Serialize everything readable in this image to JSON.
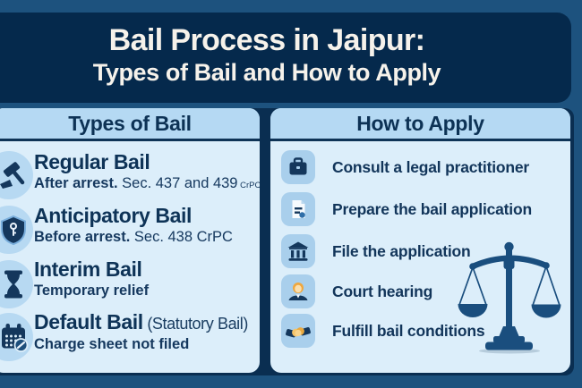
{
  "header": {
    "title": "Bail Process in Jaipur:",
    "subtitle": "Types of Bail and How to Apply"
  },
  "left_panel": {
    "title": "Types of Bail",
    "items": [
      {
        "icon": "gavel-icon",
        "title": "Regular Bail",
        "sub_bold": "After arrest.",
        "sub_regular": " Sec. 437 and 439",
        "sub_small": " CrPC"
      },
      {
        "icon": "shield-icon",
        "title": "Anticipatory Bail",
        "sub_bold": "Before arrest.",
        "sub_regular": " Sec. 438 CrPC"
      },
      {
        "icon": "hourglass-icon",
        "title": "Interim Bail",
        "sub_bold": "Temporary relief"
      },
      {
        "icon": "calendar-icon",
        "title": "Default Bail",
        "title_suffix": " (Statutory Bail)",
        "sub_bold": "Charge sheet not filed"
      }
    ]
  },
  "right_panel": {
    "title": "How to Apply",
    "steps": [
      {
        "icon": "briefcase-icon",
        "label": "Consult a legal practitioner"
      },
      {
        "icon": "document-icon",
        "label": "Prepare the bail application"
      },
      {
        "icon": "bank-icon",
        "label": "File the application"
      },
      {
        "icon": "judge-icon",
        "label": "Court hearing"
      },
      {
        "icon": "handshake-icon",
        "label": "Fulfill bail conditions"
      }
    ]
  },
  "illustration": {
    "name": "scales-of-justice"
  },
  "colors": {
    "canvas": "#1D527E",
    "header_bg": "#05294C",
    "panel_body": "#DCEEFA",
    "panel_strip": "#B5D9F3",
    "navy_text": "#0E3357",
    "icon_navy": "#14375C",
    "scales_navy": "#1A4E7E",
    "accent_orange": "#F0A73E"
  }
}
